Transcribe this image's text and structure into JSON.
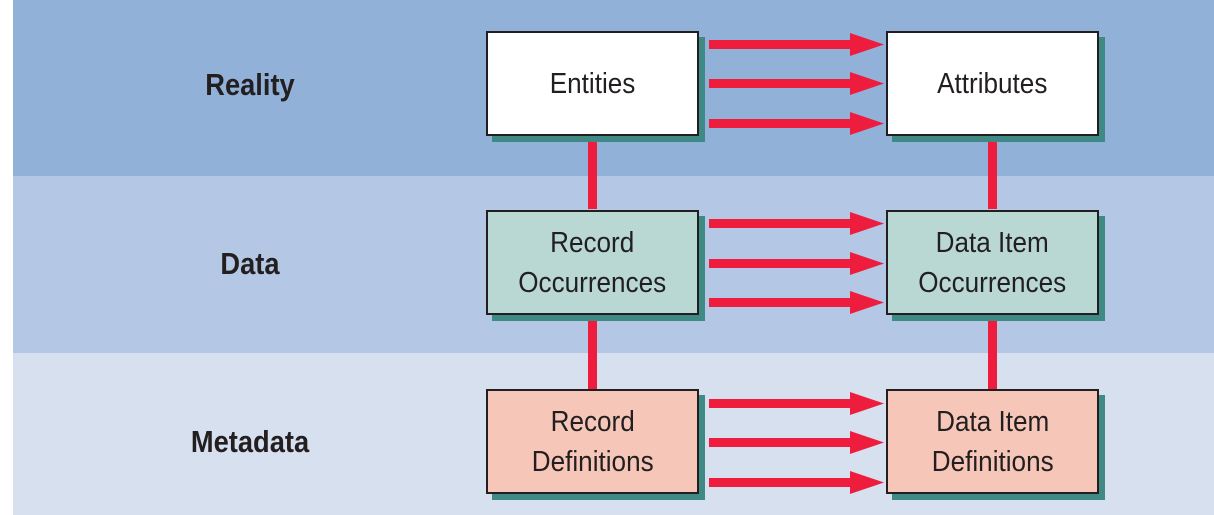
{
  "levels": {
    "reality": "Reality",
    "data": "Data",
    "metadata": "Metadata"
  },
  "nodes": {
    "entities": "Entities",
    "attributes": "Attributes",
    "record_occurrences": "Record\nOccurrences",
    "data_item_occurrences": "Data Item\nOccurrences",
    "record_definitions": "Record\nDefinitions",
    "data_item_definitions": "Data Item\nDefinitions"
  },
  "colors": {
    "band_reality": "#91b1d8",
    "band_data": "#b4c8e5",
    "band_metadata": "#d7e0ef",
    "arrow": "#ee1d3e",
    "box_shadow": "#3f8a85",
    "reality_box": "#ffffff",
    "data_box": "#b9d8d4",
    "metadata_box": "#f6c6b8"
  }
}
